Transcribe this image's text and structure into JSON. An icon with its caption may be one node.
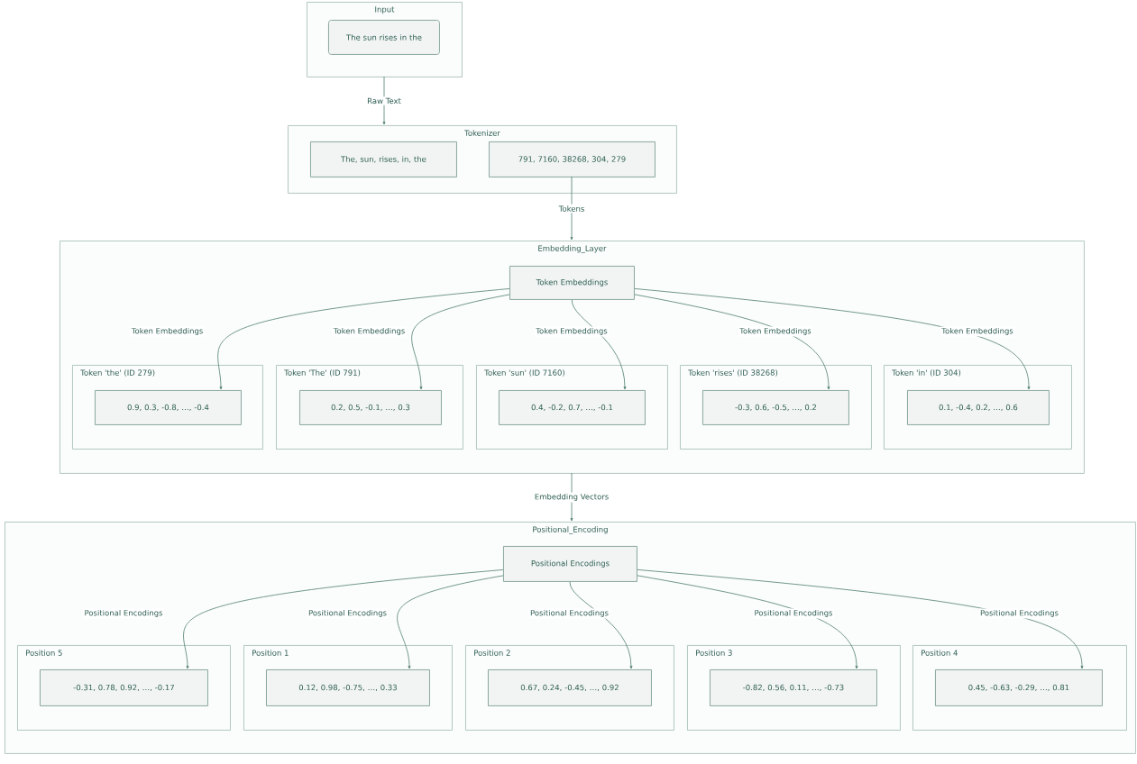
{
  "diagram": {
    "nodes": [
      {
        "text": [
          "Input"
        ]
      },
      {
        "text": [
          "The sun rises in the"
        ],
        "in": 0
      },
      {
        "text": [
          "Tokenizer"
        ]
      },
      {
        "text": [
          "The, sun, rises, in, the"
        ],
        "in": 2
      },
      {
        "text": [
          "791, 7160, 38268, 304, 279"
        ],
        "in": 2
      },
      {
        "text": [
          "Embedding_Layer"
        ]
      },
      {
        "text": [
          "Token Embeddings"
        ],
        "in": 5
      },
      {
        "text": [
          "Token 'the' (ID 279)"
        ],
        "in": 5
      },
      {
        "text": [
          "0.9, 0.3, -0.8, …, -0.4"
        ],
        "in": 7
      },
      {
        "text": [
          "Token 'The' (ID 791)"
        ],
        "in": 5
      },
      {
        "text": [
          "0.2, 0.5, -0.1, …, 0.3"
        ],
        "in": 9
      },
      {
        "text": [
          "Token 'sun' (ID 7160)"
        ],
        "in": 5
      },
      {
        "text": [
          "0.4, -0.2, 0.7, …, -0.1"
        ],
        "in": 11
      },
      {
        "text": [
          "Token 'rises' (ID 38268)"
        ],
        "in": 5
      },
      {
        "text": [
          "-0.3, 0.6, -0.5, …, 0.2"
        ],
        "in": 13
      },
      {
        "text": [
          "Token 'in' (ID 304)"
        ],
        "in": 5
      },
      {
        "text": [
          "0.1, -0.4, 0.2, …, 0.6"
        ],
        "in": 15
      },
      {
        "text": [
          "Positional_Encoding"
        ]
      },
      {
        "text": [
          "Positional Encodings"
        ],
        "in": 17
      },
      {
        "text": [
          "Position 5"
        ],
        "in": 17
      },
      {
        "text": [
          "-0.31, 0.78, 0.92, …, -0.17"
        ],
        "in": 19
      },
      {
        "text": [
          "Position 1"
        ],
        "in": 17
      },
      {
        "text": [
          "0.12, 0.98, -0.75, …, 0.33"
        ],
        "in": 21
      },
      {
        "text": [
          "Position 2"
        ],
        "in": 17
      },
      {
        "text": [
          "0.67, 0.24, -0.45, …, 0.92"
        ],
        "in": 23
      },
      {
        "text": [
          "Position 3"
        ],
        "in": 17
      },
      {
        "text": [
          "-0.82, 0.56, 0.11, …, -0.73"
        ],
        "in": 25
      },
      {
        "text": [
          "Position 4"
        ],
        "in": 17
      },
      {
        "text": [
          "0.45, -0.63, -0.29, …, 0.81"
        ],
        "in": 27
      }
    ],
    "edges": [
      {
        "from": 0,
        "to": 2,
        "arrow": "to",
        "label": "Raw Text"
      },
      {
        "from": 4,
        "to": 5,
        "arrow": "to",
        "label": "Tokens"
      },
      {
        "from": 6,
        "to": 8,
        "arrow": "to",
        "label": "Token Embeddings"
      },
      {
        "from": 6,
        "to": 10,
        "arrow": "to",
        "label": "Token Embeddings"
      },
      {
        "from": 6,
        "to": 12,
        "arrow": "to",
        "label": "Token Embeddings"
      },
      {
        "from": 6,
        "to": 14,
        "arrow": "to",
        "label": "Token Embeddings"
      },
      {
        "from": 6,
        "to": 16,
        "arrow": "to",
        "label": "Token Embeddings"
      },
      {
        "from": 5,
        "to": 17,
        "arrow": "to",
        "label": "Embedding Vectors"
      },
      {
        "from": 18,
        "to": 20,
        "arrow": "to",
        "label": "Positional Encodings"
      },
      {
        "from": 18,
        "to": 22,
        "arrow": "to",
        "label": "Positional Encodings"
      },
      {
        "from": 18,
        "to": 24,
        "arrow": "to",
        "label": "Positional Encodings"
      },
      {
        "from": 18,
        "to": 26,
        "arrow": "to",
        "label": "Positional Encodings"
      },
      {
        "from": 18,
        "to": 28,
        "arrow": "to",
        "label": "Positional Encodings"
      }
    ]
  }
}
